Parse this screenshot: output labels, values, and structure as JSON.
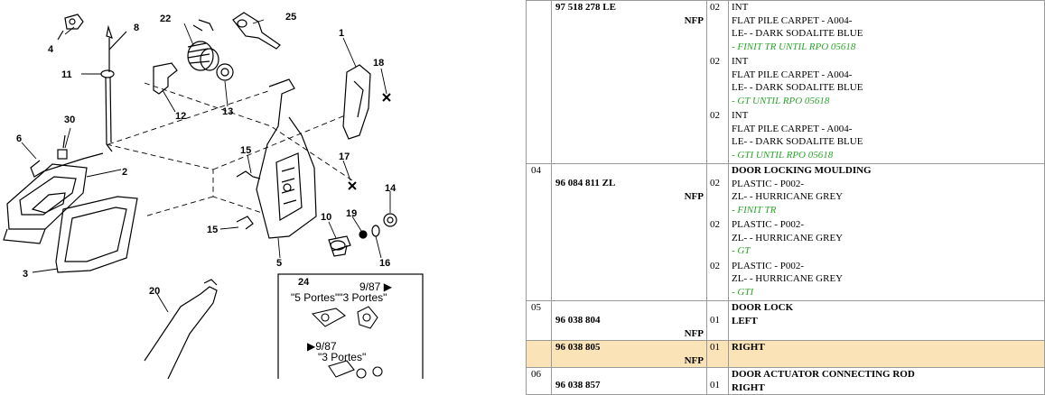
{
  "diagram": {
    "callouts": [
      "22",
      "25",
      "8",
      "4",
      "11",
      "1",
      "18",
      "12",
      "13",
      "30",
      "6",
      "2",
      "15",
      "17",
      "14",
      "10",
      "19",
      "15",
      "3",
      "5",
      "16",
      "20",
      "24"
    ],
    "inset_box": {
      "top_date": "9/87 ▶",
      "top_labels": "\"5 Portes\"\"3 Portes\"",
      "bottom_date": "▶9/87",
      "bottom_label": "\"3 Portes\""
    }
  },
  "parts_table": {
    "rows": [
      {
        "ref": "",
        "part_number": "97 518 278 LE",
        "nfp": "NFP",
        "variants": [
          {
            "qty": "02",
            "lines": [
              "INT",
              "FLAT PILE CARPET - A004-",
              "LE- - DARK SODALITE BLUE"
            ],
            "condition": "- FINIT TR UNTIL RPO 05618"
          },
          {
            "qty": "02",
            "lines": [
              "INT",
              "FLAT PILE CARPET - A004-",
              "LE- - DARK SODALITE BLUE"
            ],
            "condition": "- GT UNTIL RPO 05618"
          },
          {
            "qty": "02",
            "lines": [
              "INT",
              "FLAT PILE CARPET - A004-",
              "LE- - DARK SODALITE BLUE"
            ],
            "condition": "- GTI UNTIL RPO 05618"
          }
        ]
      },
      {
        "ref": "04",
        "part_number": "96 084 811 ZL",
        "nfp": "NFP",
        "title": "DOOR LOCKING MOULDING",
        "variants": [
          {
            "qty": "02",
            "lines": [
              "PLASTIC - P002-",
              "ZL- - HURRICANE GREY"
            ],
            "condition": "- FINIT TR"
          },
          {
            "qty": "02",
            "lines": [
              "PLASTIC - P002-",
              "ZL- - HURRICANE GREY"
            ],
            "condition": "- GT"
          },
          {
            "qty": "02",
            "lines": [
              "PLASTIC - P002-",
              "ZL- - HURRICANE GREY"
            ],
            "condition": "- GTI"
          }
        ]
      },
      {
        "ref": "05",
        "part_number": "96 038 804",
        "nfp": "NFP",
        "qty": "01",
        "title": "DOOR LOCK",
        "desc": "LEFT"
      },
      {
        "ref": "",
        "part_number": "96 038 805",
        "nfp": "NFP",
        "qty": "01",
        "desc": "RIGHT",
        "highlighted": true
      },
      {
        "ref": "06",
        "part_number": "96 038 857",
        "qty": "01",
        "title": "DOOR ACTUATOR CONNECTING ROD",
        "desc": "RIGHT"
      }
    ]
  }
}
